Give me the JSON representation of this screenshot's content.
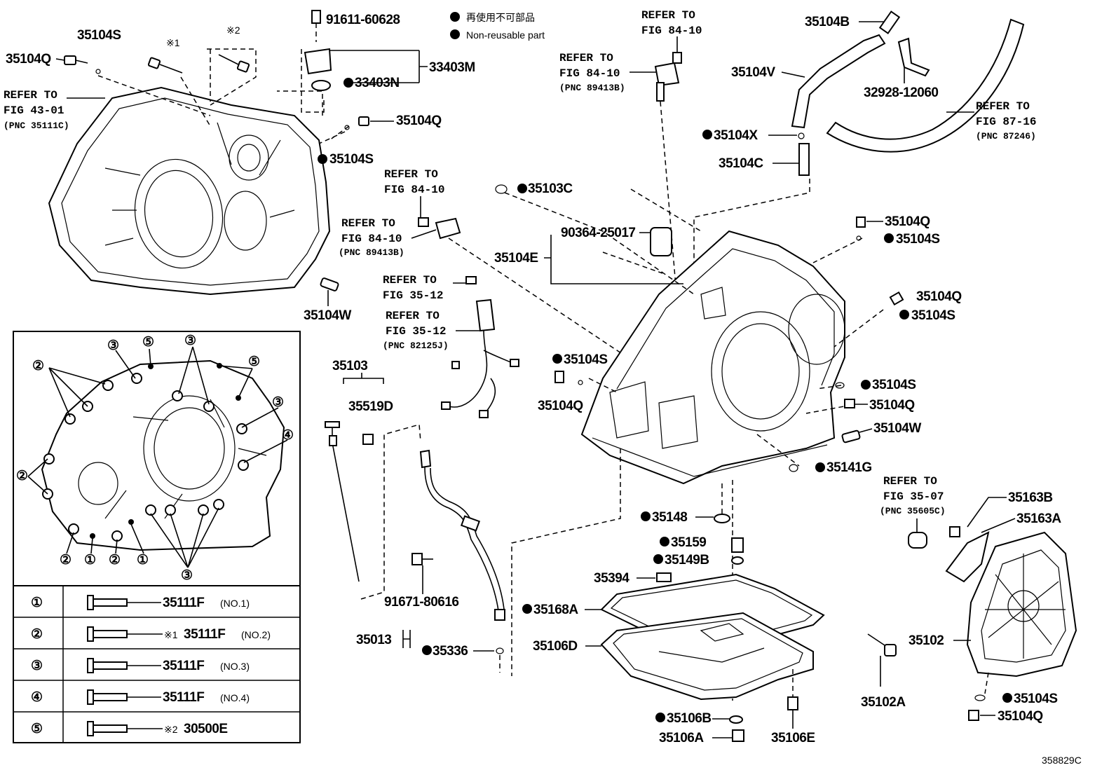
{
  "legend": {
    "non_reusable_jp": "再使用不可部品",
    "non_reusable_en": "Non-reusable part"
  },
  "footer": {
    "diagram_id": "358829C"
  },
  "labels": {
    "p91611": "91611-60628",
    "p33403M": "33403M",
    "p33403N": "33403N",
    "p35104S_a": "35104S",
    "p35104Q_a": "35104Q",
    "mark1": "※1",
    "mark2": "※2",
    "p35104Q_b": "35104Q",
    "p35104S_b": "35104S",
    "p35104W_a": "35104W",
    "p35104B": "35104B",
    "p35104V": "35104V",
    "p32928": "32928-12060",
    "p35104X": "35104X",
    "p35104C": "35104C",
    "p35103C": "35103C",
    "p90364": "90364-25017",
    "p35104E": "35104E",
    "p35104Q_c": "35104Q",
    "p35104S_c": "35104S",
    "p35104Q_d": "35104Q",
    "p35104S_d": "35104S",
    "p35104S_e": "35104S",
    "p35104Q_e": "35104Q",
    "p35104S_f": "35104S",
    "p35104Q_f": "35104Q",
    "p35104W_b": "35104W",
    "p35141G": "35141G",
    "p35103": "35103",
    "p35519D": "35519D",
    "p91671": "91671-80616",
    "p35013": "35013",
    "p35336": "35336",
    "p35148": "35148",
    "p35159": "35159",
    "p35149B": "35149B",
    "p35394": "35394",
    "p35168A": "35168A",
    "p35106D": "35106D",
    "p35106B": "35106B",
    "p35106A": "35106A",
    "p35106E": "35106E",
    "p35163B": "35163B",
    "p35163A": "35163A",
    "p35102": "35102",
    "p35102A": "35102A",
    "p35104S_g": "35104S",
    "p35104Q_g": "35104Q"
  },
  "refs": {
    "r4301_a": "REFER TO",
    "r4301_b": "FIG 43-01",
    "r4301_c": "(PNC 35111C)",
    "r8410top_a": "REFER TO",
    "r8410top_b": "FIG 84-10",
    "r8410mid_a": "REFER TO",
    "r8410mid_b": "FIG 84-10",
    "r8410mid_c": "(PNC 89413B)",
    "r8716_a": "REFER TO",
    "r8716_b": "FIG 87-16",
    "r8716_c": "(PNC 87246)",
    "r8410l1_a": "REFER TO",
    "r8410l1_b": "FIG 84-10",
    "r8410l2_a": "REFER TO",
    "r8410l2_b": "FIG 84-10",
    "r8410l2_c": "(PNC 89413B)",
    "r3512a_a": "REFER TO",
    "r3512a_b": "FIG 35-12",
    "r3512b_a": "REFER TO",
    "r3512b_b": "FIG 35-12",
    "r3512b_c": "(PNC 82125J)",
    "r3507_a": "REFER TO",
    "r3507_b": "FIG 35-07",
    "r3507_c": "(PNC 35605C)"
  },
  "inset": {
    "callouts": [
      "③",
      "⑤",
      "③",
      "②",
      "⑤",
      "③",
      "④",
      "②",
      "②",
      "①",
      "②",
      "①",
      "③"
    ]
  },
  "bolt_table": {
    "rows": [
      {
        "num": "①",
        "prefix": "",
        "part": "35111F",
        "note": "(NO.1)"
      },
      {
        "num": "②",
        "prefix": "※1",
        "part": "35111F",
        "note": "(NO.2)"
      },
      {
        "num": "③",
        "prefix": "",
        "part": "35111F",
        "note": "(NO.3)"
      },
      {
        "num": "④",
        "prefix": "",
        "part": "35111F",
        "note": "(NO.4)"
      },
      {
        "num": "⑤",
        "prefix": "※2",
        "part": "30500E",
        "note": ""
      }
    ]
  }
}
